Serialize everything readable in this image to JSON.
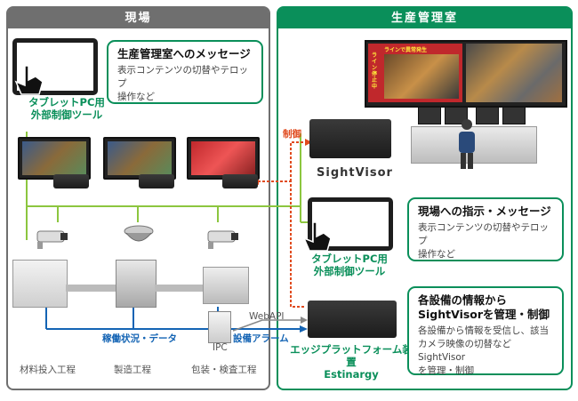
{
  "left_panel": {
    "title": "現場",
    "tablet_label_line1": "タブレットPC用",
    "tablet_label_line2": "外部制御ツール",
    "bubble_title": "生産管理室へのメッセージ",
    "bubble_body_line1": "表示コンテンツの切替やテロップ",
    "bubble_body_line2": "操作など",
    "process_labels": [
      "材料投入工程",
      "製造工程",
      "包装・検査工程"
    ],
    "operation_label": "稼働状況・データ",
    "ipc_label": "IPC"
  },
  "right_panel": {
    "title": "生産管理室",
    "sightvisor_label": "SightVisor",
    "control_label": "制御",
    "webapi_label": "WebAPI",
    "alarm_label": "設備アラーム",
    "bubble1_title": "現場への指示・メッセージ",
    "bubble1_body_line1": "表示コンテンツの切替やテロップ",
    "bubble1_body_line2": "操作など",
    "tablet_label_line1": "タブレットPC用",
    "tablet_label_line2": "外部制御ツール",
    "bubble2_title_line1": "各設備の情報から",
    "bubble2_title_line2": "SightVisorを管理・制御",
    "bubble2_body_line1": "各設備から情報を受信し、該当",
    "bubble2_body_line2": "カメラ映像の切替などSightVisor",
    "bubble2_body_line3": "を管理・制御",
    "edge_label_line1": "エッジプラットフォーム装置",
    "edge_label_line2": "Estinargy",
    "video_wall_banner_top": "ラインで異常発生",
    "video_wall_banner_side": "ライン停止中"
  },
  "colors": {
    "green": "#0a8f5a",
    "gray": "#6f6f6f",
    "blue": "#1464b4",
    "orange_red": "#e04a1e",
    "light_green_line": "#8cc63f"
  }
}
